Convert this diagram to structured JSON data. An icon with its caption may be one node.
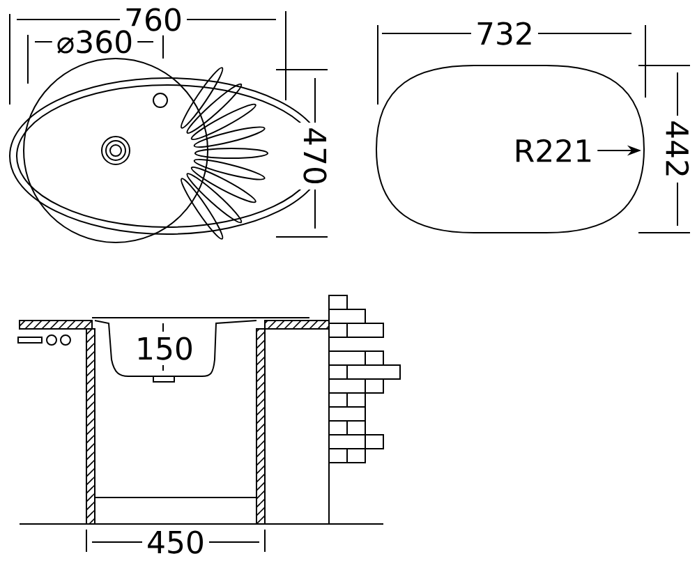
{
  "diagram": {
    "labels": [
      "760",
      "⌀360",
      "470",
      "732",
      "442",
      "R221",
      "150",
      "450"
    ]
  }
}
